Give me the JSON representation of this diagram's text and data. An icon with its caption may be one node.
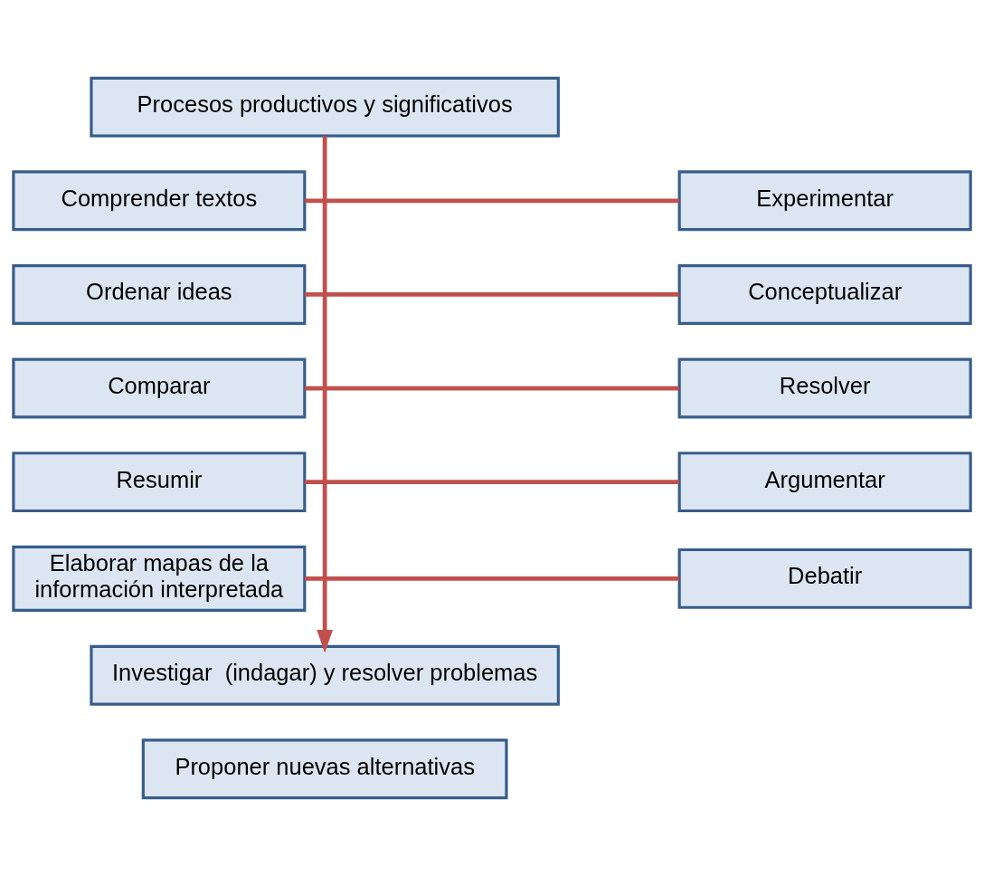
{
  "diagram": {
    "nodes": [
      {
        "text": [
          "Procesos productivos y significativos"
        ]
      },
      {
        "text": [
          "Comprender textos"
        ]
      },
      {
        "text": [
          "Experimentar"
        ]
      },
      {
        "text": [
          "Ordenar ideas"
        ]
      },
      {
        "text": [
          "Conceptualizar"
        ]
      },
      {
        "text": [
          "Comparar"
        ]
      },
      {
        "text": [
          "Resolver"
        ]
      },
      {
        "text": [
          "Resumir"
        ]
      },
      {
        "text": [
          "Argumentar"
        ]
      },
      {
        "text": [
          "Elaborar mapas de la información interpretada"
        ]
      },
      {
        "text": [
          "Debatir"
        ]
      },
      {
        "text": [
          "Investigar  (indagar) y resolver problemas"
        ]
      },
      {
        "text": [
          "Proponer nuevas alternativas"
        ]
      }
    ],
    "edges": [
      {
        "from": 0,
        "to": 11,
        "arrow": "to"
      },
      {
        "from": 1,
        "to": 2,
        "arrow": "none"
      },
      {
        "from": 3,
        "to": 4,
        "arrow": "none"
      },
      {
        "from": 5,
        "to": 6,
        "arrow": "none"
      },
      {
        "from": 7,
        "to": 8,
        "arrow": "none"
      },
      {
        "from": 9,
        "to": 10,
        "arrow": "none"
      }
    ]
  }
}
